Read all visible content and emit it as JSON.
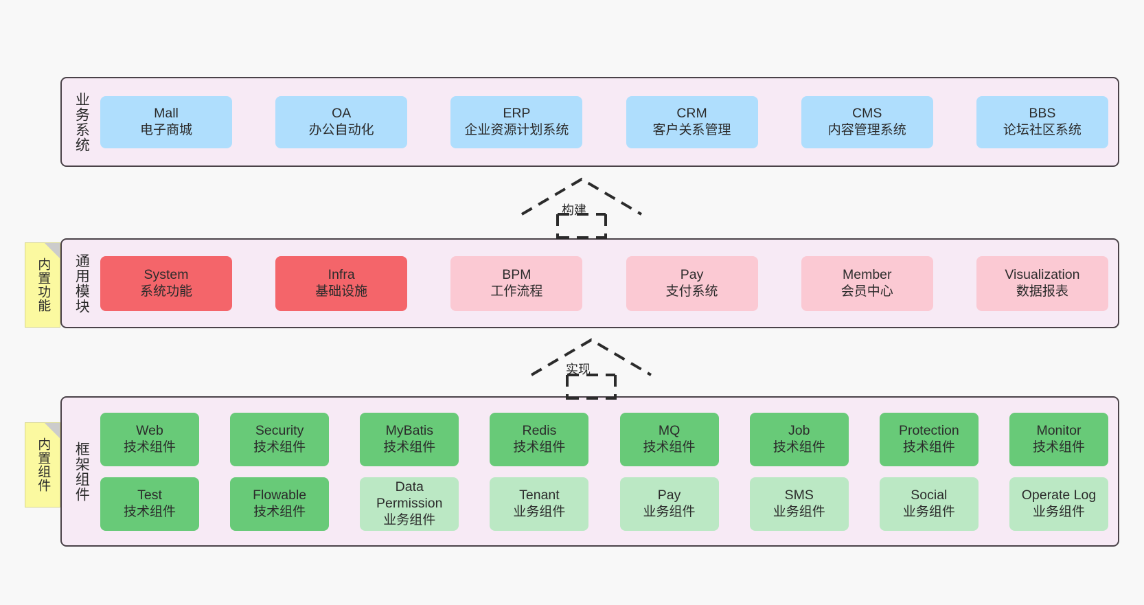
{
  "diagram": {
    "title": "",
    "background_color": "#f8f8f8",
    "panel_color": "#f7eaf5",
    "panel_border_color": "#4a4248",
    "note_color": "#fbf9a0",
    "colors": {
      "blue": "#afdefd",
      "red": "#f4656a",
      "pink": "#fbc9d3",
      "green": "#68ca78",
      "light_green": "#bbe8c4"
    }
  },
  "layers": [
    {
      "id": "business",
      "title": "业务系统",
      "cards": [
        {
          "en": "Mall",
          "cn": "电子商城",
          "color": "blue"
        },
        {
          "en": "OA",
          "cn": "办公自动化",
          "color": "blue"
        },
        {
          "en": "ERP",
          "cn": "企业资源计划系统",
          "color": "blue"
        },
        {
          "en": "CRM",
          "cn": "客户关系管理",
          "color": "blue"
        },
        {
          "en": "CMS",
          "cn": "内容管理系统",
          "color": "blue"
        },
        {
          "en": "BBS",
          "cn": "论坛社区系统",
          "color": "blue"
        }
      ]
    },
    {
      "id": "common",
      "title": "通用模块",
      "note": "内置功能",
      "cards": [
        {
          "en": "System",
          "cn": "系统功能",
          "color": "red"
        },
        {
          "en": "Infra",
          "cn": "基础设施",
          "color": "red"
        },
        {
          "en": "BPM",
          "cn": "工作流程",
          "color": "pink"
        },
        {
          "en": "Pay",
          "cn": "支付系统",
          "color": "pink"
        },
        {
          "en": "Member",
          "cn": "会员中心",
          "color": "pink"
        },
        {
          "en": "Visualization",
          "cn": "数据报表",
          "color": "pink"
        }
      ]
    },
    {
      "id": "framework",
      "title": "框架组件",
      "note": "内置组件",
      "rows": [
        [
          {
            "en": "Web",
            "cn": "技术组件",
            "color": "green"
          },
          {
            "en": "Security",
            "cn": "技术组件",
            "color": "green"
          },
          {
            "en": "MyBatis",
            "cn": "技术组件",
            "color": "green"
          },
          {
            "en": "Redis",
            "cn": "技术组件",
            "color": "green"
          },
          {
            "en": "MQ",
            "cn": "技术组件",
            "color": "green"
          },
          {
            "en": "Job",
            "cn": "技术组件",
            "color": "green"
          },
          {
            "en": "Protection",
            "cn": "技术组件",
            "color": "green"
          },
          {
            "en": "Monitor",
            "cn": "技术组件",
            "color": "green"
          }
        ],
        [
          {
            "en": "Test",
            "cn": "技术组件",
            "color": "green"
          },
          {
            "en": "Flowable",
            "cn": "技术组件",
            "color": "green"
          },
          {
            "en": "Data Permission",
            "cn": "业务组件",
            "color": "light_green"
          },
          {
            "en": "Tenant",
            "cn": "业务组件",
            "color": "light_green"
          },
          {
            "en": "Pay",
            "cn": "业务组件",
            "color": "light_green"
          },
          {
            "en": "SMS",
            "cn": "业务组件",
            "color": "light_green"
          },
          {
            "en": "Social",
            "cn": "业务组件",
            "color": "light_green"
          },
          {
            "en": "Operate Log",
            "cn": "业务组件",
            "color": "light_green"
          }
        ]
      ]
    }
  ],
  "connectors": [
    {
      "id": "build",
      "label": "构建",
      "from": "common",
      "to": "business",
      "style": "dashed-hollow-arrow-up"
    },
    {
      "id": "implement",
      "label": "实现",
      "from": "framework",
      "to": "common",
      "style": "dashed-hollow-arrow-up"
    }
  ]
}
